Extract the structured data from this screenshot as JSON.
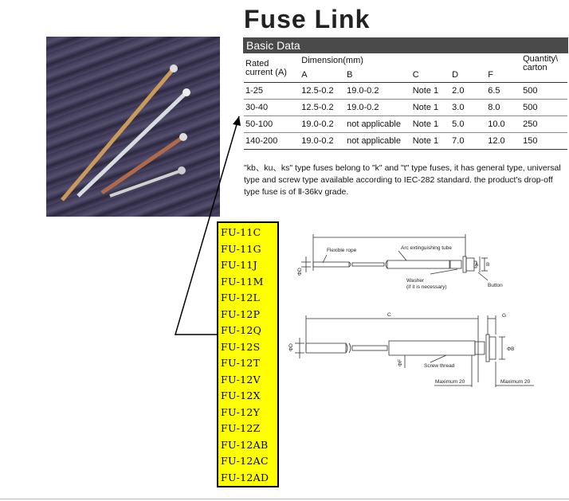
{
  "title": "Fuse Link",
  "basic_data_label": "Basic Data",
  "table": {
    "header": {
      "rated_current": "Rated current (A)",
      "dimension": "Dimension(mm)",
      "quantity": "Quantity\\ carton",
      "cols": [
        "A",
        "B",
        "C",
        "D",
        "F"
      ]
    },
    "rows": [
      [
        "1-25",
        "12.5-0.2",
        "19.0-0.2",
        "Note 1",
        "2.0",
        "6.5",
        "500"
      ],
      [
        "30-40",
        "12.5-0.2",
        "19.0-0.2",
        "Note 1",
        "3.0",
        "8.0",
        "500"
      ],
      [
        "50-100",
        "19.0-0.2",
        "not applicable",
        "Note 1",
        "5.0",
        "10.0",
        "250"
      ],
      [
        "140-200",
        "19.0-0.2",
        "not applicable",
        "Note 1",
        "7.0",
        "12.0",
        "150"
      ]
    ]
  },
  "note": "\"kb、ku、ks\" type fuses belong to \"k\" and \"t\" type fuses, it has general type, universal type and screw type  available according to IEC-282 standard. the product's  drop-off type fuse is of Ⅱ-36kv grade.",
  "models": [
    "FU-11C",
    "FU-11G",
    "FU-11J",
    "FU-11M",
    "FU-12L",
    "FU-12P",
    "FU-12Q",
    "FU-12S",
    "FU-12T",
    "FU-12V",
    "FU-12X",
    "FU-12Y",
    "FU-12Z",
    "FU-12AB",
    "FU-12AC",
    "FU-12AD"
  ],
  "diagram": {
    "flexible_rope": "Flexible rope",
    "arc_tube": "Arc extinguishing tube",
    "washer": "Washer",
    "washer_note": "(if it is necessary)",
    "button": "Button",
    "screw_thread": "Screw thread",
    "max1": "Maximum  20",
    "max2": "Maximum 20",
    "dim_C": "C",
    "dim_G": "G",
    "dim_A": "A",
    "dim_B": "B",
    "phi_D": "ΦD",
    "phi_B": "ΦB",
    "phi_F": "ΦF"
  },
  "colors": {
    "header_bar": "#4a4a4a",
    "highlight": "#ffff00"
  }
}
